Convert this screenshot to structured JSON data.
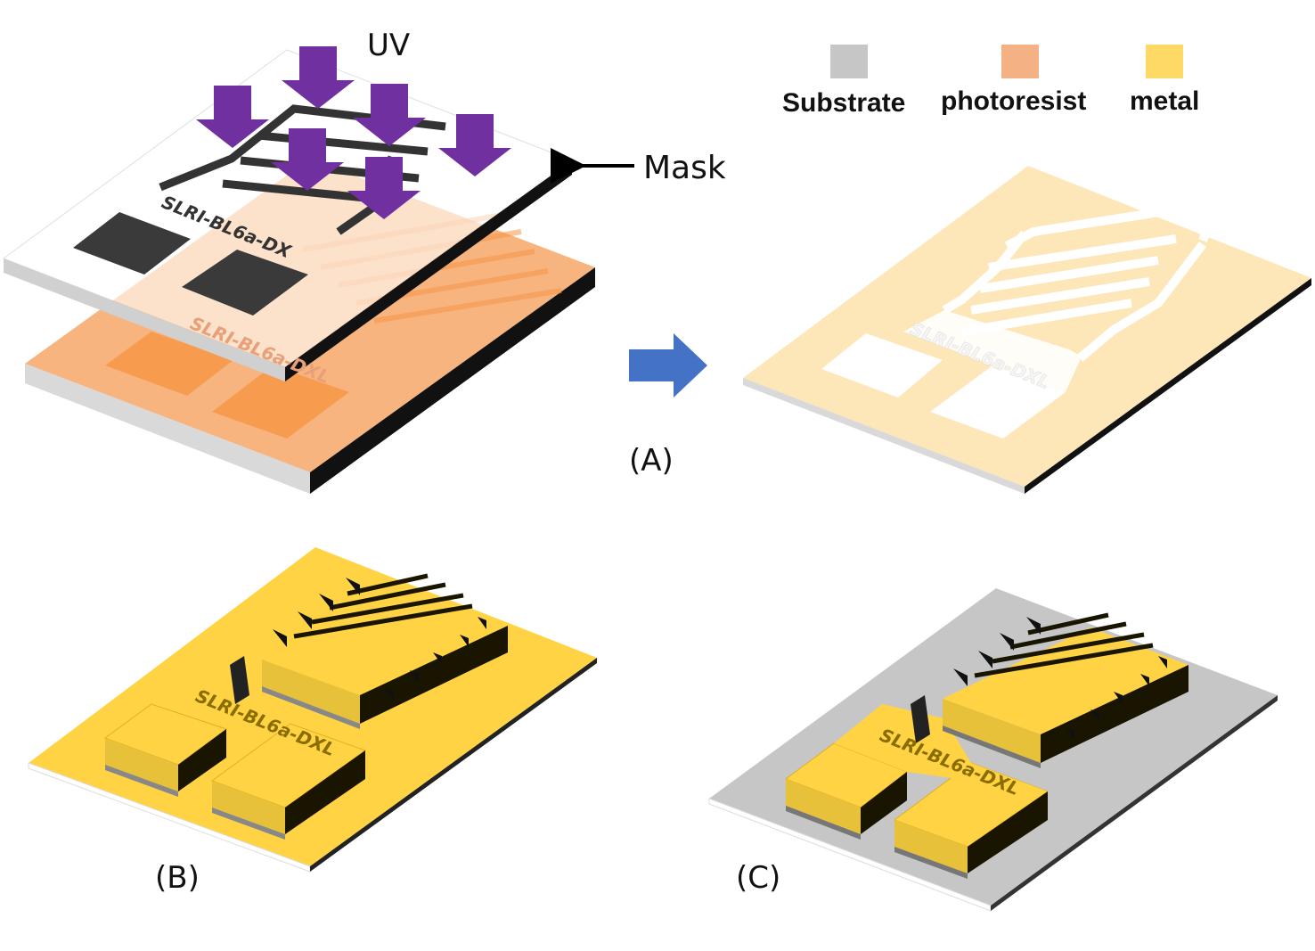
{
  "labels": {
    "uv": "UV",
    "mask": "Mask",
    "panel_a": "(A)",
    "panel_b": "(B)",
    "panel_c": "(C)"
  },
  "legend": [
    {
      "label": "Substrate",
      "color": "#c6c6c6"
    },
    {
      "label": "photoresist",
      "color": "#f4b183"
    },
    {
      "label": "metal",
      "color": "#ffd966"
    }
  ],
  "chip_text": "SLRI-BL6a-DXL",
  "mask_chip_text": "SLRI-BL6a-DX",
  "colors": {
    "uv_arrow": "#7030a0",
    "process_arrow": "#4472c4",
    "substrate": "#c6c6c6",
    "photoresist": "#f4b183",
    "developed_resist": "#fde6b8",
    "metal": "#ffd343",
    "metal_dark": "#2b2300",
    "mask_pattern": "#333333"
  }
}
